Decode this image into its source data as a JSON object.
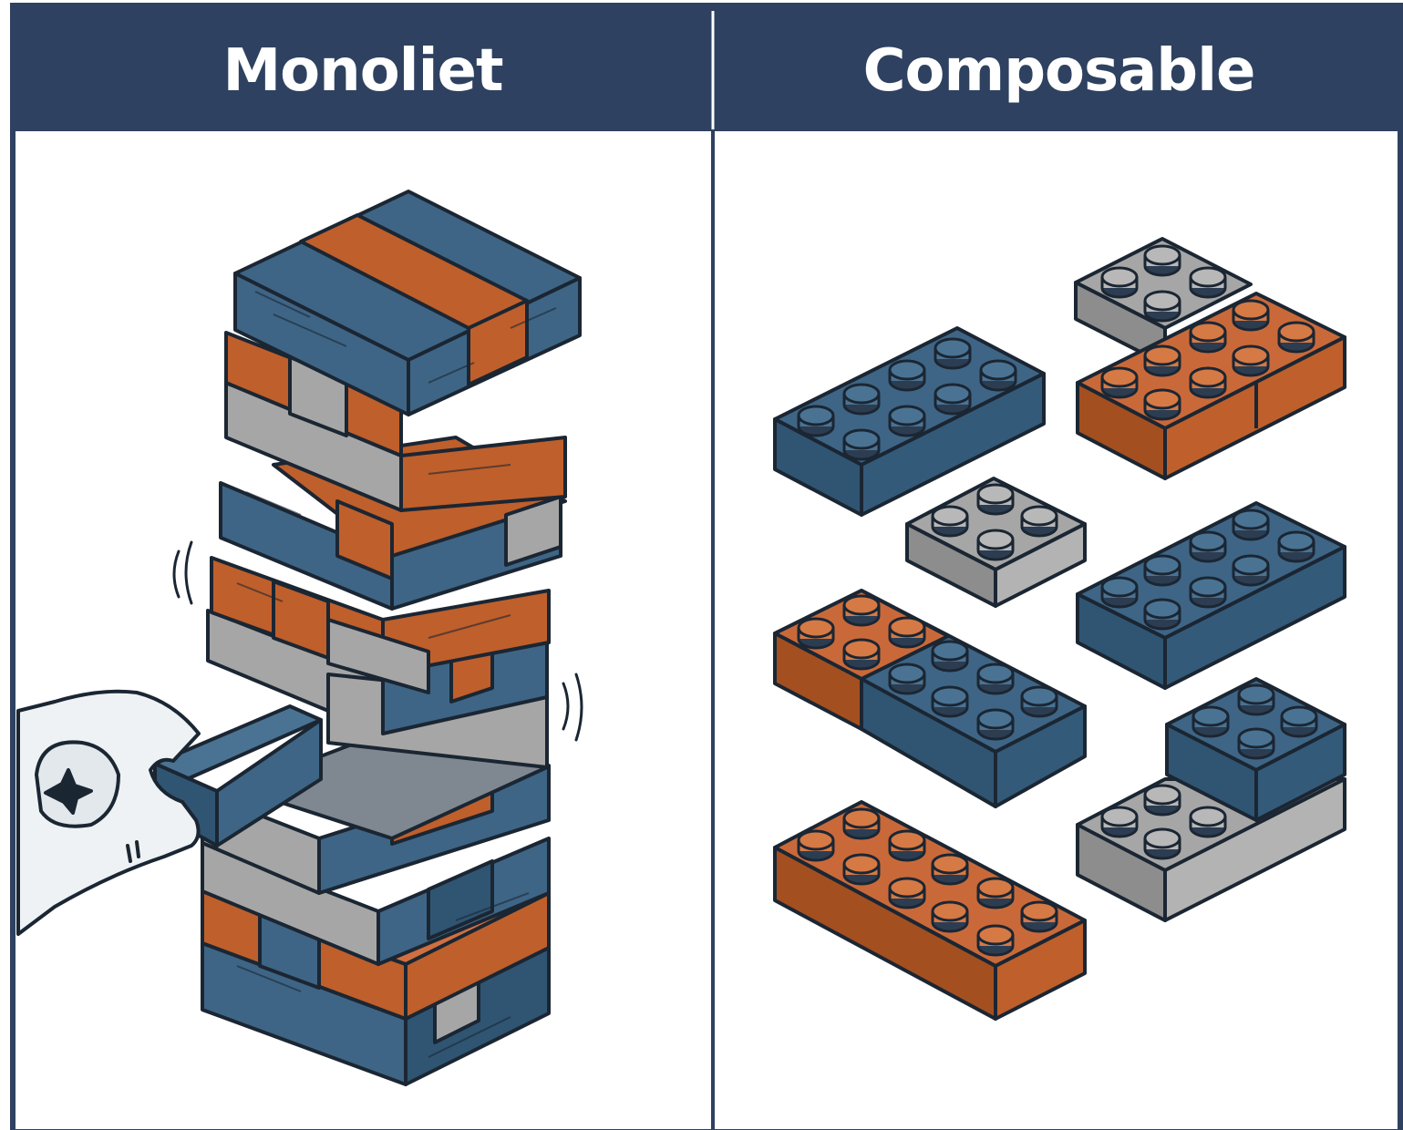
{
  "panels": {
    "left": {
      "title": "Monoliet"
    },
    "right": {
      "title": "Composable"
    }
  },
  "colors": {
    "header": "#2e4160",
    "blue": "#3e6585",
    "orange": "#bf5f2b",
    "gray": "#a6a6a6",
    "outline": "#1b2633"
  },
  "icons": {
    "left": "jenga-tower-illustration",
    "right": "lego-bricks-illustration",
    "hand": "hand-pulling-block-icon"
  }
}
